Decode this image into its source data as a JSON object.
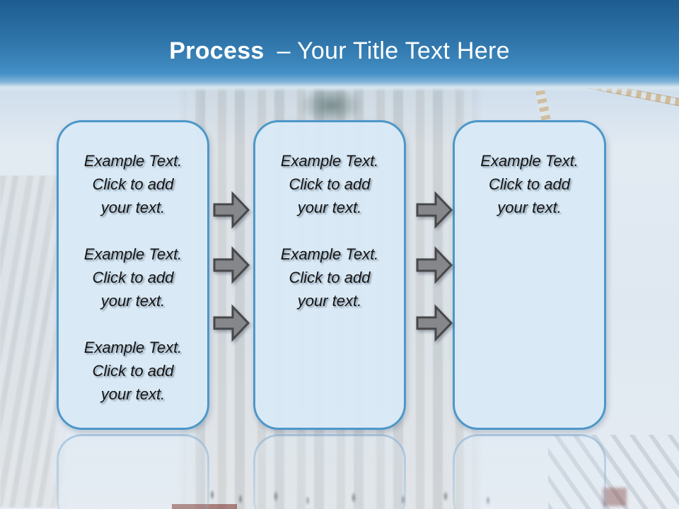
{
  "header": {
    "title_bold": "Process",
    "title_rest": "– Your Title Text Here"
  },
  "boxes": [
    {
      "name": "step-1",
      "paragraphs": [
        "Example Text.\nClick  to add\nyour text.",
        "Example Text.\nClick  to add\nyour text.",
        "Example Text.\nClick  to add\nyour text."
      ]
    },
    {
      "name": "step-2",
      "paragraphs": [
        "Example Text.\nClick  to add\nyour text.",
        "Example Text.\nClick  to add\nyour text."
      ]
    },
    {
      "name": "step-3",
      "paragraphs": [
        "Example Text.\nClick  to add\nyour text."
      ]
    }
  ],
  "icons": {
    "flow_arrow": "flow-arrow-icon"
  },
  "colors": {
    "header_top": "#1d5c90",
    "header_bottom": "#4490c6",
    "box_fill": "#d9e9f6",
    "box_border": "#4d97c9",
    "arrow_fill": "#85878a",
    "arrow_stroke": "#48484a",
    "title_text": "#ffffff",
    "body_text": "#141414"
  }
}
